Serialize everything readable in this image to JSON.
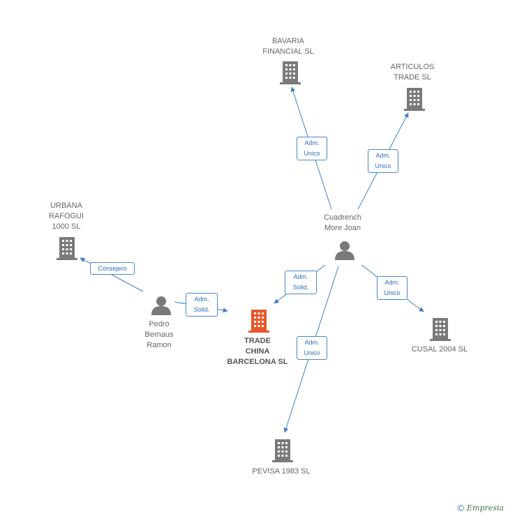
{
  "nodes": {
    "bavaria": {
      "label": "BAVARIA\nFINANCIAL SL",
      "type": "company"
    },
    "articulos": {
      "label": "ARTICULOS\nTRADE SL",
      "type": "company"
    },
    "urbana": {
      "label": "URBANA\nRAFOGUI\n1000  SL",
      "type": "company"
    },
    "cuadrench": {
      "label": "Cuadrench\nMore Joan",
      "type": "person"
    },
    "pedro": {
      "label": "Pedro\nBernaus\nRamon",
      "type": "person"
    },
    "trade_china": {
      "label": "TRADE\nCHINA\nBARCELONA SL",
      "type": "company",
      "highlight": true
    },
    "cusal": {
      "label": "CUSAL 2004  SL",
      "type": "company"
    },
    "pevisa": {
      "label": "PEVISA 1983 SL",
      "type": "company"
    }
  },
  "edges": {
    "cuadrench_bavaria": {
      "label": "Adm.\nUnico"
    },
    "cuadrench_articulos": {
      "label": "Adm.\nUnico"
    },
    "pedro_urbana": {
      "label": "Consejero"
    },
    "pedro_trade": {
      "label": "Adm.\nSolid."
    },
    "cuadrench_trade": {
      "label": "Adm.\nSolid."
    },
    "cuadrench_cusal": {
      "label": "Adm.\nUnico"
    },
    "cuadrench_pevisa": {
      "label": "Adm.\nUnico"
    }
  },
  "footer": {
    "copyright": "©",
    "brand": "Empresia"
  },
  "colors": {
    "company": "#7a7a7a",
    "highlight": "#e8572a",
    "person": "#7a7a7a",
    "edge": "#3f7fc9"
  }
}
